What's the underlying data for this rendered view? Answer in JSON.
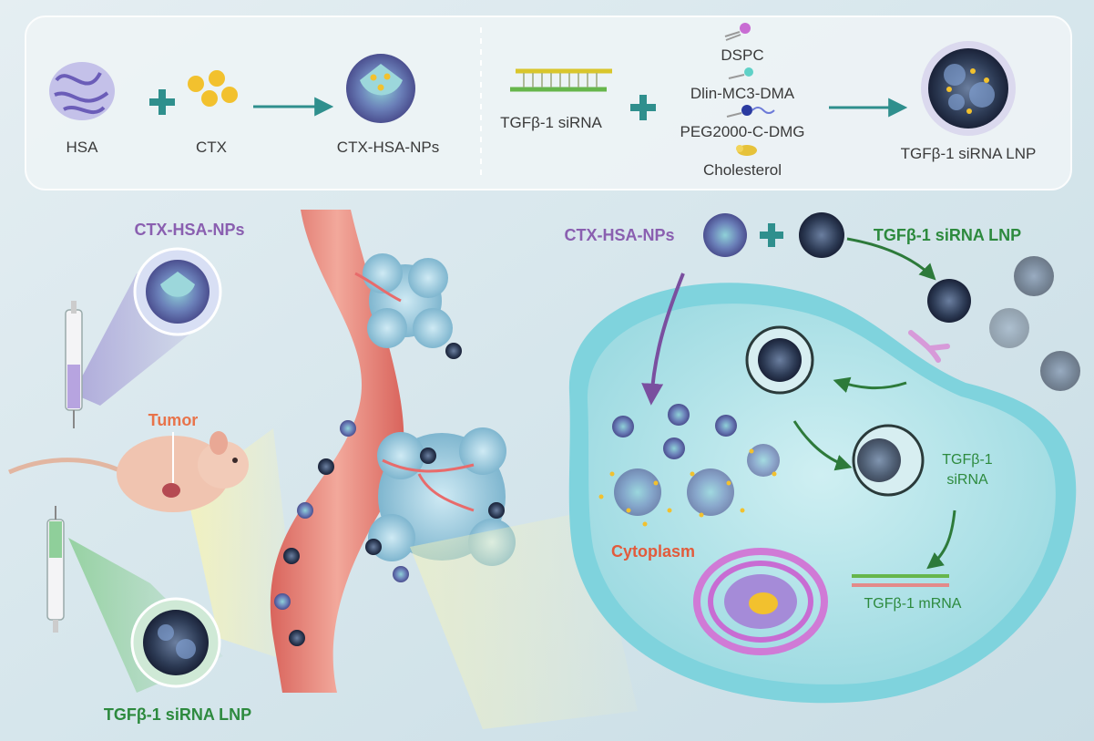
{
  "top_panel": {
    "hsa": "HSA",
    "ctx": "CTX",
    "ctx_hsa_nps": "CTX-HSA-NPs",
    "sirna": "TGFβ-1 siRNA",
    "dspc": "DSPC",
    "dlin": "Dlin-MC3-DMA",
    "peg": "PEG2000-C-DMG",
    "cholesterol": "Cholesterol",
    "lnp": "TGFβ-1 siRNA LNP"
  },
  "left_panel": {
    "ctx_hsa_nps": "CTX-HSA-NPs",
    "tumor": "Tumor",
    "lnp": "TGFβ-1 siRNA LNP"
  },
  "cell_panel": {
    "ctx_hsa_nps": "CTX-HSA-NPs",
    "lnp": "TGFβ-1 siRNA LNP",
    "sirna_line1": "TGFβ-1",
    "sirna_line2": "siRNA",
    "cytoplasm": "Cytoplasm",
    "mrna": "TGFβ-1 mRNA"
  },
  "colors": {
    "background": "#d9e7ec",
    "top_panel": "#eef4f6",
    "teal_arrow": "#2f8f8d",
    "purple_label": "#8a5fb0",
    "green_label": "#2d8a3e",
    "tumor_label": "#e8734a",
    "cytoplasm_label": "#e25b3c",
    "membrane": "#7fd3dd",
    "vessel": "#e8837a"
  }
}
